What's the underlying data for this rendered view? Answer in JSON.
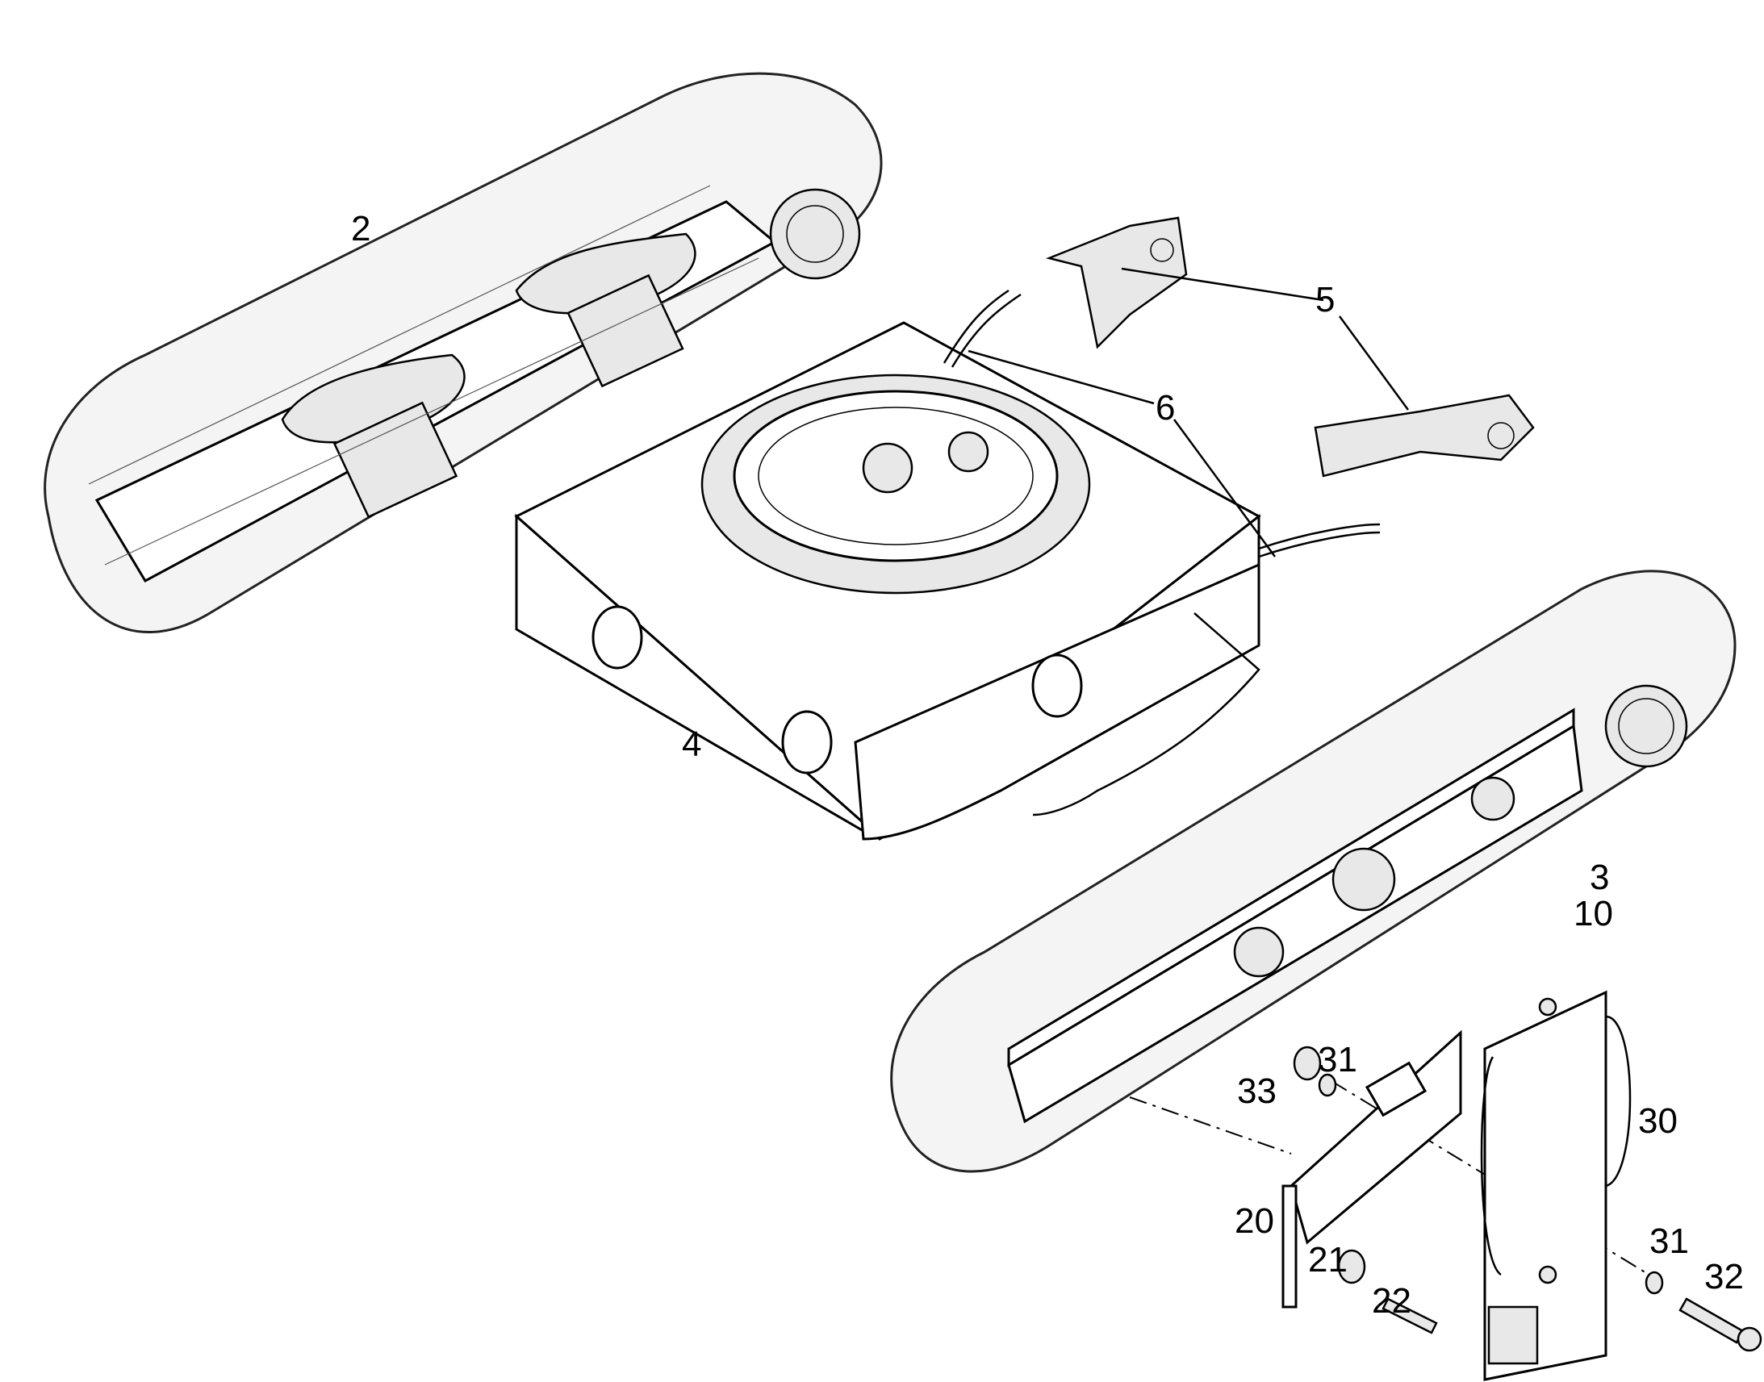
{
  "callouts": {
    "c2": "2",
    "c3": "3",
    "c4": "4",
    "c5": "5",
    "c6": "6",
    "c10": "10",
    "c20": "20",
    "c21": "21",
    "c22": "22",
    "c30": "30",
    "c31a": "31",
    "c31b": "31",
    "c32": "32",
    "c33": "33"
  },
  "colors": {
    "line": "#000000",
    "background": "#ffffff",
    "track_shading": "#dcdcdc"
  }
}
